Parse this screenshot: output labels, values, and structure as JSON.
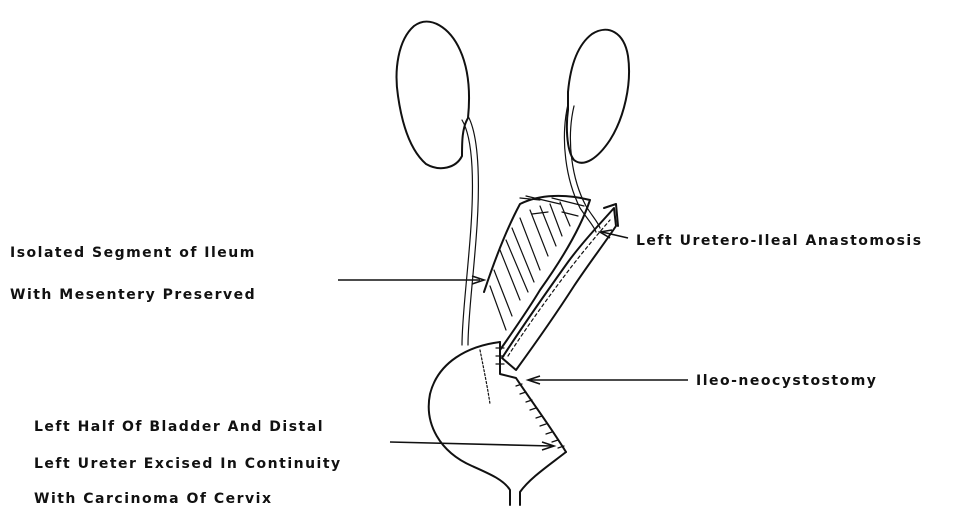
{
  "labels": {
    "isolated_segment_line1": "Isolated Segment of Ileum",
    "isolated_segment_line2": "With Mesentery Preserved",
    "left_anastomosis": "Left Uretero-Ileal Anastomosis",
    "ileo_neocystostomy": "Ileo-neocystostomy",
    "bladder_line1": "Left Half Of Bladder And Distal",
    "bladder_line2": "Left Ureter Excised In Continuity",
    "bladder_line3": "With Carcinoma Of Cervix"
  }
}
